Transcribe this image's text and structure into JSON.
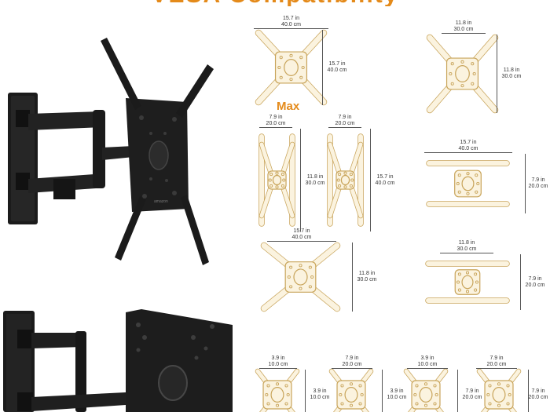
{
  "heading": "VESA Compatibility",
  "max_label": "Max",
  "colors": {
    "accent": "#e48a1a",
    "plate_fill": "#fbf3df",
    "plate_stroke": "#c8a45a",
    "mount_black": "#1b1b1b"
  },
  "photos": [
    {
      "name": "mount-extended-photo",
      "icon": "tv-wall-mount",
      "brand": "amazon"
    },
    {
      "name": "mount-closeup-photo",
      "icon": "tv-wall-mount"
    }
  ],
  "patterns": [
    {
      "id": "p1",
      "w_in": "15.7 in",
      "w_cm": "40.0 cm",
      "h_in": "15.7 in",
      "h_cm": "40.0 cm"
    },
    {
      "id": "p2",
      "w_in": "11.8 in",
      "w_cm": "30.0 cm",
      "h_in": "11.8 in",
      "h_cm": "30.0 cm"
    },
    {
      "id": "p3",
      "w_in": "7.9 in",
      "w_cm": "20.0 cm",
      "h_in": "11.8 in",
      "h_cm": "30.0 cm"
    },
    {
      "id": "p4",
      "w_in": "7.9 in",
      "w_cm": "20.0 cm",
      "h_in": "15.7 in",
      "h_cm": "40.0 cm"
    },
    {
      "id": "p5",
      "w_in": "15.7 in",
      "w_cm": "40.0 cm",
      "h_in": "7.9 in",
      "h_cm": "20.0 cm"
    },
    {
      "id": "p6",
      "w_in": "15.7 in",
      "w_cm": "40.0 cm",
      "h_in": "11.8 in",
      "h_cm": "30.0 cm"
    },
    {
      "id": "p7",
      "w_in": "11.8 in",
      "w_cm": "30.0 cm",
      "h_in": "7.9 in",
      "h_cm": "20.0 cm"
    },
    {
      "id": "p8",
      "w_in": "3.9 in",
      "w_cm": "10.0 cm",
      "h_in": "3.9 in",
      "h_cm": "10.0 cm"
    },
    {
      "id": "p9",
      "w_in": "7.9 in",
      "w_cm": "20.0 cm",
      "h_in": "3.9 in",
      "h_cm": "10.0 cm"
    },
    {
      "id": "p10",
      "w_in": "3.9 in",
      "w_cm": "10.0 cm",
      "h_in": "7.9 in",
      "h_cm": "20.0 cm"
    },
    {
      "id": "p11",
      "w_in": "7.9 in",
      "w_cm": "20.0 cm",
      "h_in": "7.9 in",
      "h_cm": "20.0 cm"
    }
  ]
}
